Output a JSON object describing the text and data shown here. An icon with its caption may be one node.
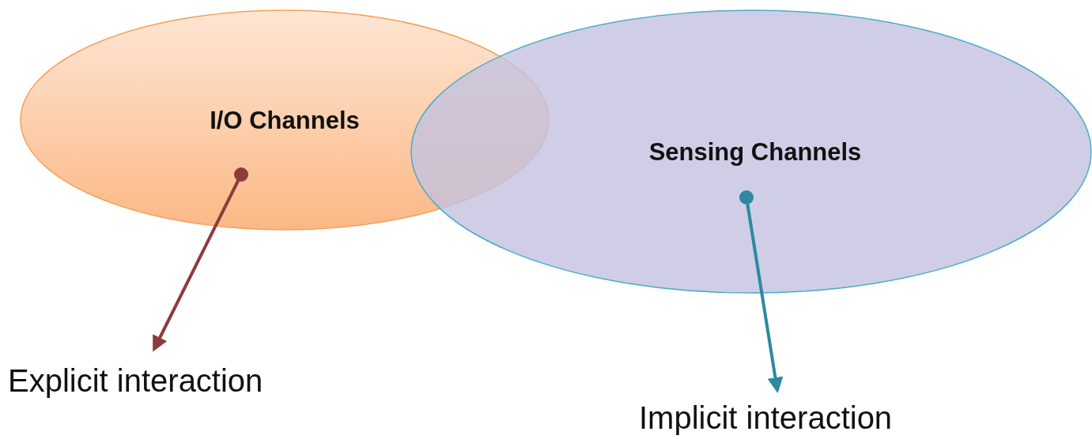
{
  "diagram": {
    "nodes": [
      {
        "text": [
          "I/O Channels"
        ]
      },
      {
        "text": [
          "Sensing Channels"
        ]
      },
      {
        "text": [
          "Explicit interaction"
        ]
      },
      {
        "text": [
          "Implicit interaction"
        ]
      }
    ],
    "edges": [
      {
        "from": 0,
        "to": 2,
        "arrow": "to",
        "color": "#8e3b3b"
      },
      {
        "from": 1,
        "to": 3,
        "arrow": "to",
        "color": "#2e88a0"
      }
    ]
  }
}
